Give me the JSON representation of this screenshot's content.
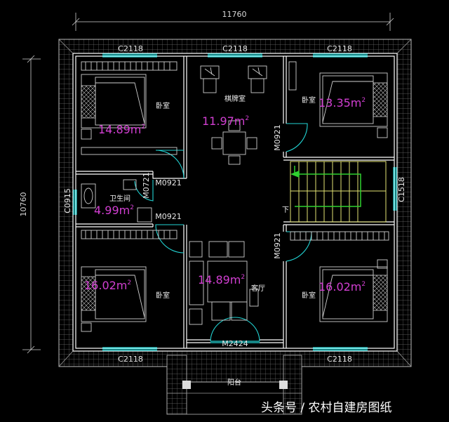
{
  "dimensions": {
    "overall_width": "11760",
    "overall_depth": "10760"
  },
  "windows": {
    "top_left": "C2118",
    "top_center": "C2118",
    "top_right": "C2118",
    "bottom_left": "C2118",
    "bottom_right": "C2118",
    "left_bathroom": "C0915",
    "right_stair": "C1518"
  },
  "doors": {
    "bedroom_tl": "M0921",
    "bathroom_upper": "M0721",
    "bathroom_lower": "M0921",
    "bedroom_tr": "M0921",
    "bedroom_br": "M0921",
    "entrance": "M2424"
  },
  "rooms": {
    "bedroom_tl": {
      "name": "卧室",
      "area": "14.89m",
      "unit_sup": "2"
    },
    "chess_room": {
      "name": "棋牌室",
      "area": "11.97m",
      "unit_sup": "2"
    },
    "bedroom_tr": {
      "name": "卧室",
      "area": "13.35m",
      "unit_sup": "2"
    },
    "bathroom": {
      "name": "卫生间",
      "area": "4.99m",
      "unit_sup": "2"
    },
    "bedroom_bl": {
      "name": "卧室",
      "area": "16.02m",
      "unit_sup": "2"
    },
    "living_room": {
      "name": "客厅",
      "area": "14.89m",
      "unit_sup": "2"
    },
    "bedroom_br": {
      "name": "卧室",
      "area": "16.02m",
      "unit_sup": "2"
    },
    "balcony": {
      "name": "阳台"
    }
  },
  "stair_label": "下",
  "watermark": "头条号 / 农村自建房图纸"
}
